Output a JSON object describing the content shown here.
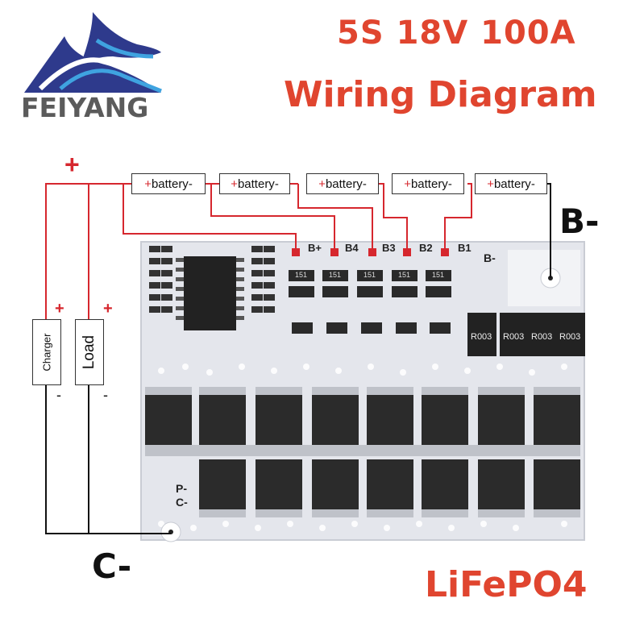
{
  "title": {
    "line1": "5S  18V 100A",
    "line2": "Wiring Diagram"
  },
  "brand": {
    "name": "FEIYANG"
  },
  "batteries": [
    {
      "plus": "+",
      "label": "battery",
      "minus": "-"
    },
    {
      "plus": "+",
      "label": "battery",
      "minus": "-"
    },
    {
      "plus": "+",
      "label": "battery",
      "minus": "-"
    },
    {
      "plus": "+",
      "label": "battery",
      "minus": "-"
    },
    {
      "plus": "+",
      "label": "battery",
      "minus": "-"
    }
  ],
  "terminals": {
    "top_plus": "+",
    "b_minus": "B-",
    "c_minus": "C-"
  },
  "board_labels": {
    "b_plus": "B+",
    "b4": "B4",
    "b3": "B3",
    "b2": "B2",
    "b1": "B1",
    "b_minus": "B-",
    "p_minus": "P-",
    "c_minus": "C-"
  },
  "resistors": [
    "R003",
    "R003",
    "R003",
    "R003"
  ],
  "small_resistors": [
    "151",
    "151",
    "151",
    "151",
    "151"
  ],
  "charger": {
    "label": "Charger",
    "plus": "+",
    "minus": "-"
  },
  "load": {
    "label": "Load",
    "plus": "+",
    "minus": "-"
  },
  "chemistry": "LiFePO4",
  "colors": {
    "accent_red": "#e0452f",
    "wire_red": "#d6272e",
    "logo_blue": "#2e3a8c"
  }
}
